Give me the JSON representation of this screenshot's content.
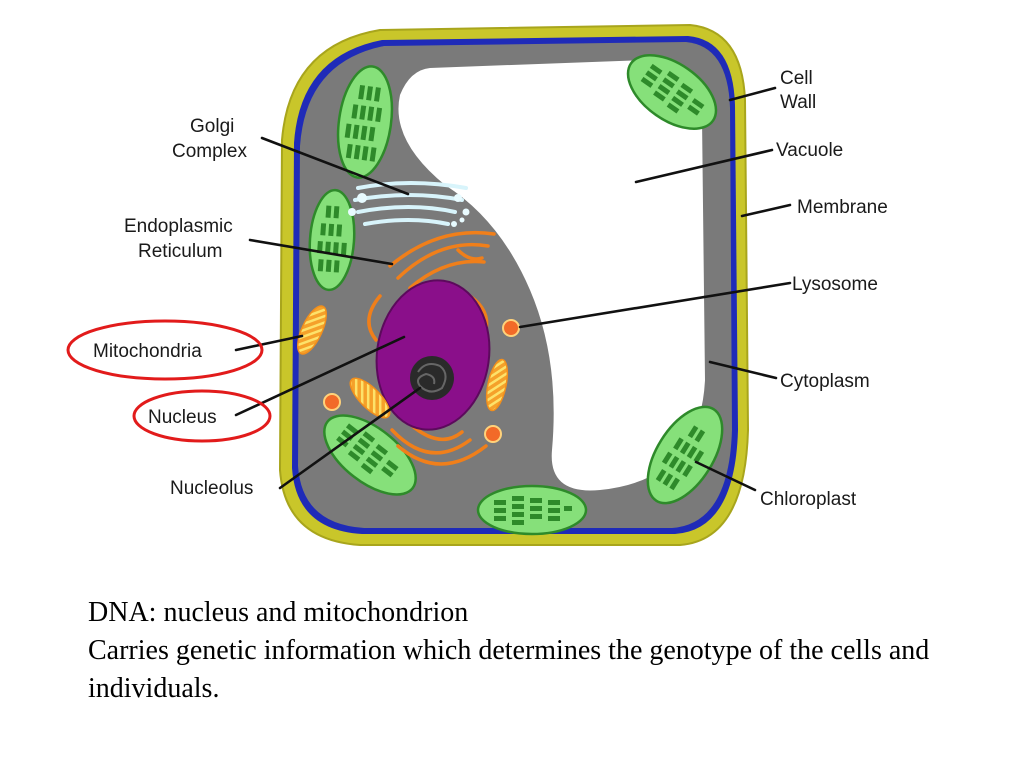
{
  "labels": {
    "golgi_line1": "Golgi",
    "golgi_line2": "Complex",
    "er_line1": "Endoplasmic",
    "er_line2": "Reticulum",
    "mitochondria": "Mitochondria",
    "nucleus": "Nucleus",
    "nucleolus": "Nucleolus",
    "cell_wall_line1": "Cell",
    "cell_wall_line2": "Wall",
    "vacuole": "Vacuole",
    "membrane": "Membrane",
    "lysosome": "Lysosome",
    "cytoplasm": "Cytoplasm",
    "chloroplast": "Chloroplast"
  },
  "caption": {
    "line1": "DNA: nucleus and mitochondrion",
    "line2": "Carries genetic information which determines the genotype of the cells and individuals."
  },
  "colors": {
    "cell_wall": "#c9c62a",
    "membrane": "#1f2bb8",
    "cytoplasm": "#7a7a7a",
    "vacuole": "#ffffff",
    "chloroplast": "#86e07a",
    "nucleus": "#8a0f8a",
    "er": "#f07f1a",
    "highlight": "#e21b1b"
  }
}
